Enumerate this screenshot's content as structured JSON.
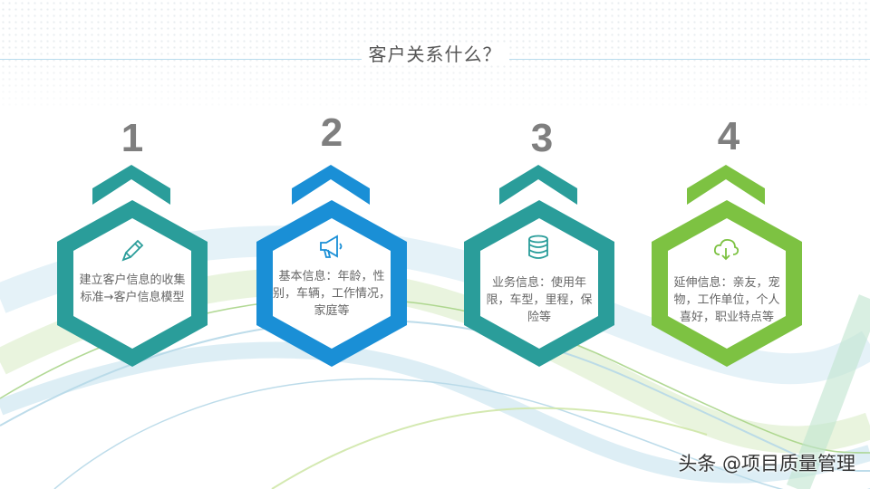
{
  "slide": {
    "title": "客户关系什么？",
    "watermark": "头条 @项目质量管理"
  },
  "steps": [
    {
      "number": "1",
      "text": "建立客户信息的收集标准→客户信息模型",
      "icon": "pencil-icon",
      "color": "#2a9d9a"
    },
    {
      "number": "2",
      "text": "基本信息：年龄，性别，车辆，工作情况，家庭等",
      "icon": "megaphone-icon",
      "color": "#1a8fd6"
    },
    {
      "number": "3",
      "text": "业务信息：使用年限，车型，里程，保险等",
      "icon": "database-icon",
      "color": "#2a9d9a"
    },
    {
      "number": "4",
      "text": "延伸信息：亲友，宠物，工作单位，个人喜好，职业特点等",
      "icon": "cloud-icon",
      "color": "#7dc242"
    }
  ]
}
